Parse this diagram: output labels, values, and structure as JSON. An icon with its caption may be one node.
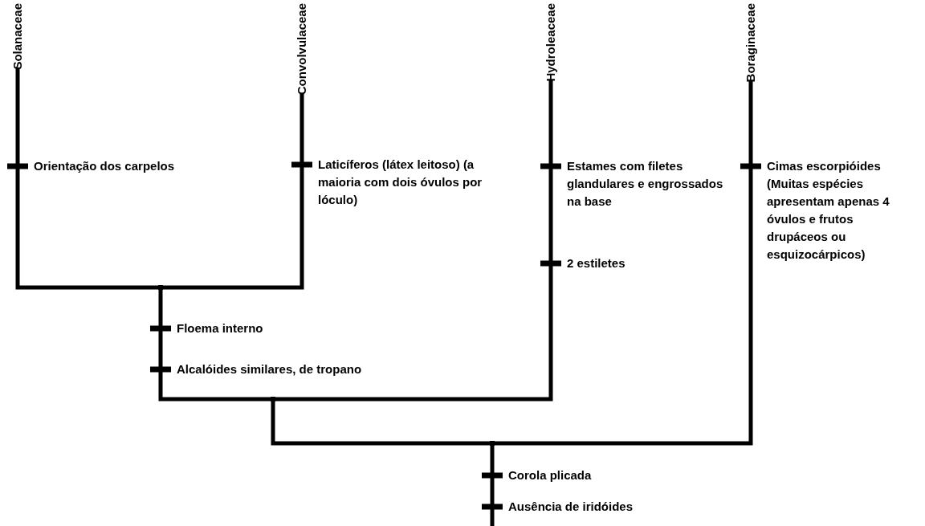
{
  "diagram": {
    "nodes": [
      {
        "text": [
          "Solanaceae"
        ]
      },
      {
        "text": [
          "Convolvulaceae"
        ]
      },
      {
        "text": [
          "Hydroleaceae"
        ]
      },
      {
        "text": [
          "Boraginaceae"
        ]
      },
      {
        "text": [],
        "shape": "point"
      },
      {
        "text": [],
        "shape": "point"
      },
      {
        "text": [],
        "shape": "point"
      }
    ],
    "edges": [
      {
        "from": 4,
        "to": 0,
        "arrow": "none"
      },
      {
        "from": 4,
        "to": 1,
        "arrow": "none"
      },
      {
        "from": 5,
        "to": 4,
        "arrow": "none"
      },
      {
        "from": 5,
        "to": 2,
        "arrow": "none"
      },
      {
        "from": 6,
        "to": 5,
        "arrow": "none"
      },
      {
        "from": 6,
        "to": 3,
        "arrow": "none"
      },
      {
        "from": null,
        "to": 6,
        "arrow": "none"
      }
    ],
    "labels": [
      "Orientação dos carpelos",
      "Laticíferos (látex leitoso) (a maioria com dois óvulos por lóculo)",
      "Estames com filetes glandulares e engrossados na base",
      "2 estiletes",
      "Cimas escorpióides (Muitas espécies apresentam apenas 4 óvulos e frutos drupáceos ou esquizocárpicos)",
      "Floema interno",
      "Alcalóides similares, de tropano",
      "Corola plicada",
      "Ausência de iridóides"
    ]
  }
}
